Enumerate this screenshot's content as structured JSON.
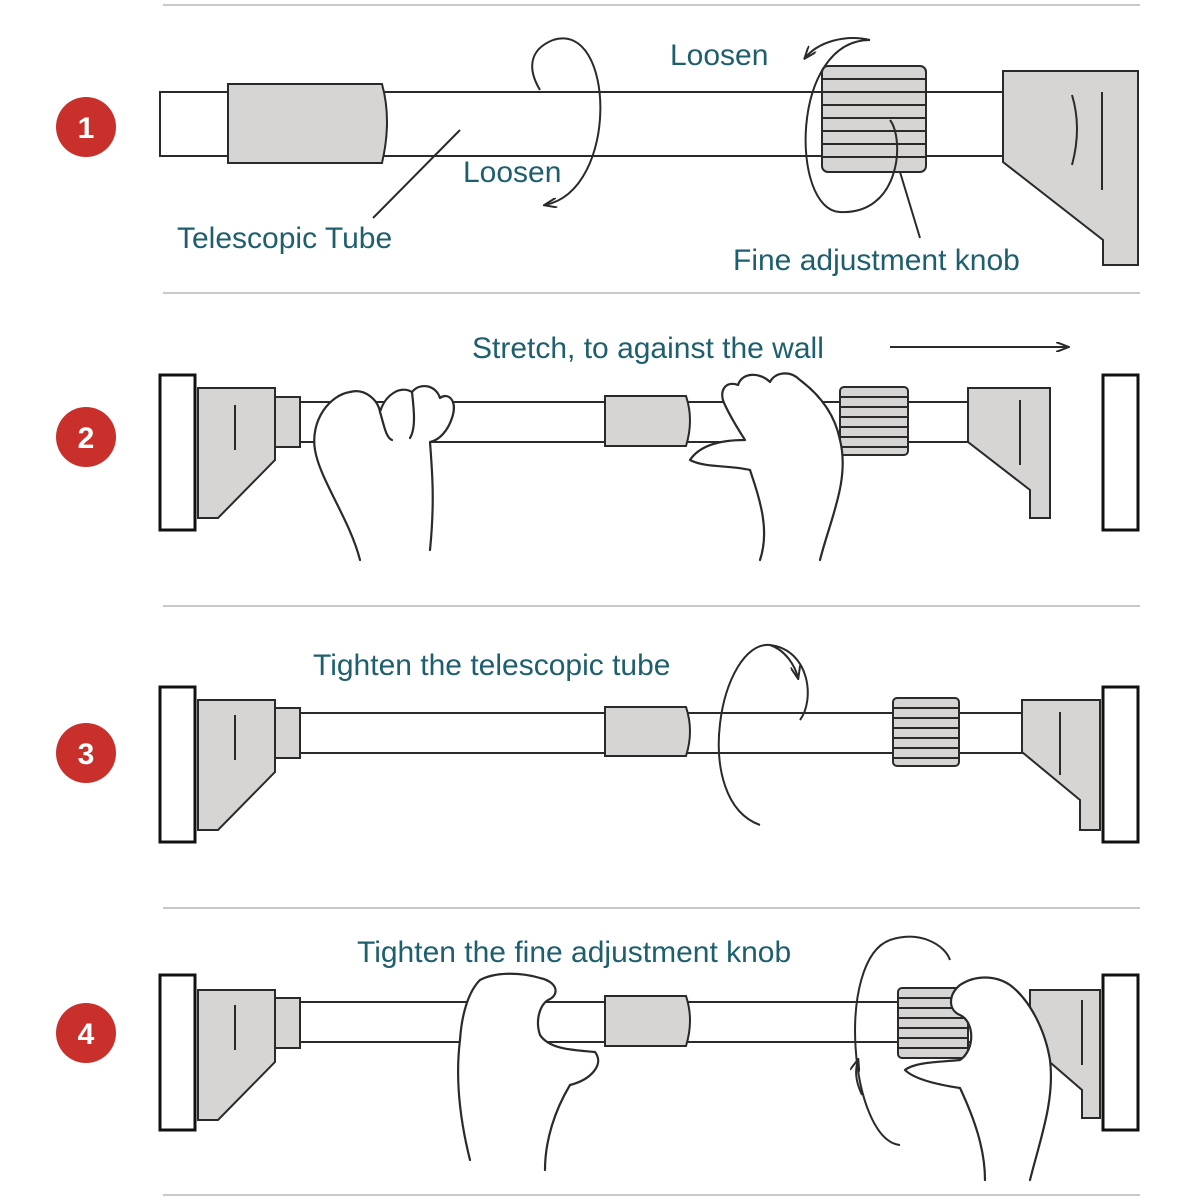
{
  "steps": [
    {
      "number": "1",
      "labels": {
        "telescopic_tube": "Telescopic Tube",
        "loosen_tube": "Loosen",
        "loosen_knob": "Loosen",
        "fine_adjustment_knob": "Fine adjustment knob"
      }
    },
    {
      "number": "2",
      "labels": {
        "stretch": "Stretch, to against the wall"
      }
    },
    {
      "number": "3",
      "labels": {
        "tighten_tube": "Tighten the telescopic tube"
      }
    },
    {
      "number": "4",
      "labels": {
        "tighten_knob": "Tighten the fine adjustment knob"
      }
    }
  ],
  "colors": {
    "step_badge": "#c9302c",
    "label_text": "#1d5f6e",
    "sleeve_fill": "#d7d4d4",
    "separator": "#c8c8c8"
  }
}
